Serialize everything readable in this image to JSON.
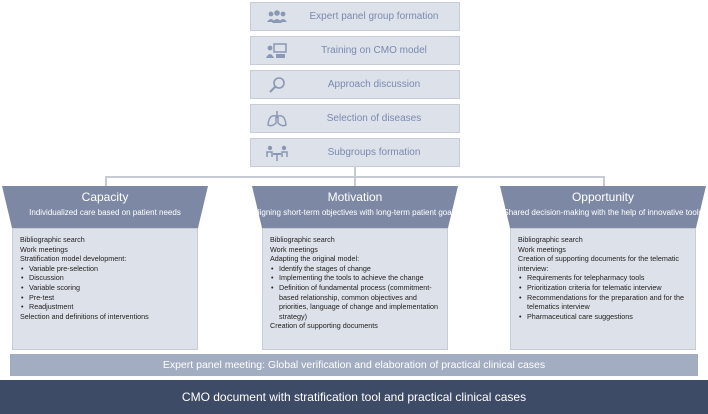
{
  "colors": {
    "step_bg": "#dde1e9",
    "step_text": "#7a8ab0",
    "pillar_fill": "#7d89a4",
    "box_bg": "#dde1e9",
    "bar_light": "#a3adc2",
    "bar_dark": "#3e4b66"
  },
  "steps": [
    {
      "label": "Expert panel group formation",
      "icon": "people-group-icon"
    },
    {
      "label": "Training on CMO model",
      "icon": "presentation-training-icon"
    },
    {
      "label": "Approach discussion",
      "icon": "magnifier-icon"
    },
    {
      "label": "Selection of diseases",
      "icon": "lungs-icon"
    },
    {
      "label": "Subgroups formation",
      "icon": "meeting-table-icon"
    }
  ],
  "pillars": [
    {
      "title": "Capacity",
      "subtitle": "Individualized care based on patient needs",
      "intro": [
        "Bibliographic search",
        "Work meetings",
        "Stratification model development:"
      ],
      "bullets": [
        "Variable pre-selection",
        "Discussion",
        "Variable scoring",
        "Pre-test",
        "Readjustment"
      ],
      "outro": [
        "Selection and definitions of interventions"
      ]
    },
    {
      "title": "Motivation",
      "subtitle": "Aligning short-term objectives with long-term patient goals",
      "intro": [
        "Bibliographic search",
        "Work meetings",
        "Adapting the original model:"
      ],
      "bullets": [
        "Identify the stages of change",
        "Implementing the tools to achieve the change",
        "Definition of fundamental process (commitment-based relationship, common objectives and priorities, language of change and  implementation strategy)"
      ],
      "outro": [
        "Creation of supporting documents"
      ]
    },
    {
      "title": "Opportunity",
      "subtitle": "Shared decision-making with the help of innovative tools",
      "intro": [
        "Bibliographic search",
        "Work meetings",
        "Creation of supporting documents for the telematic interview:"
      ],
      "bullets": [
        "Requirements for telepharmacy tools",
        "Prioritization criteria for telematic interview",
        "Recommendations for the preparation and for the telematics interview",
        "Pharmaceutical care suggestions"
      ],
      "outro": []
    }
  ],
  "expert_bar": "Expert panel meeting: Global verification and elaboration of practical clinical cases",
  "final_bar": "CMO document with stratification tool and practical clinical cases"
}
